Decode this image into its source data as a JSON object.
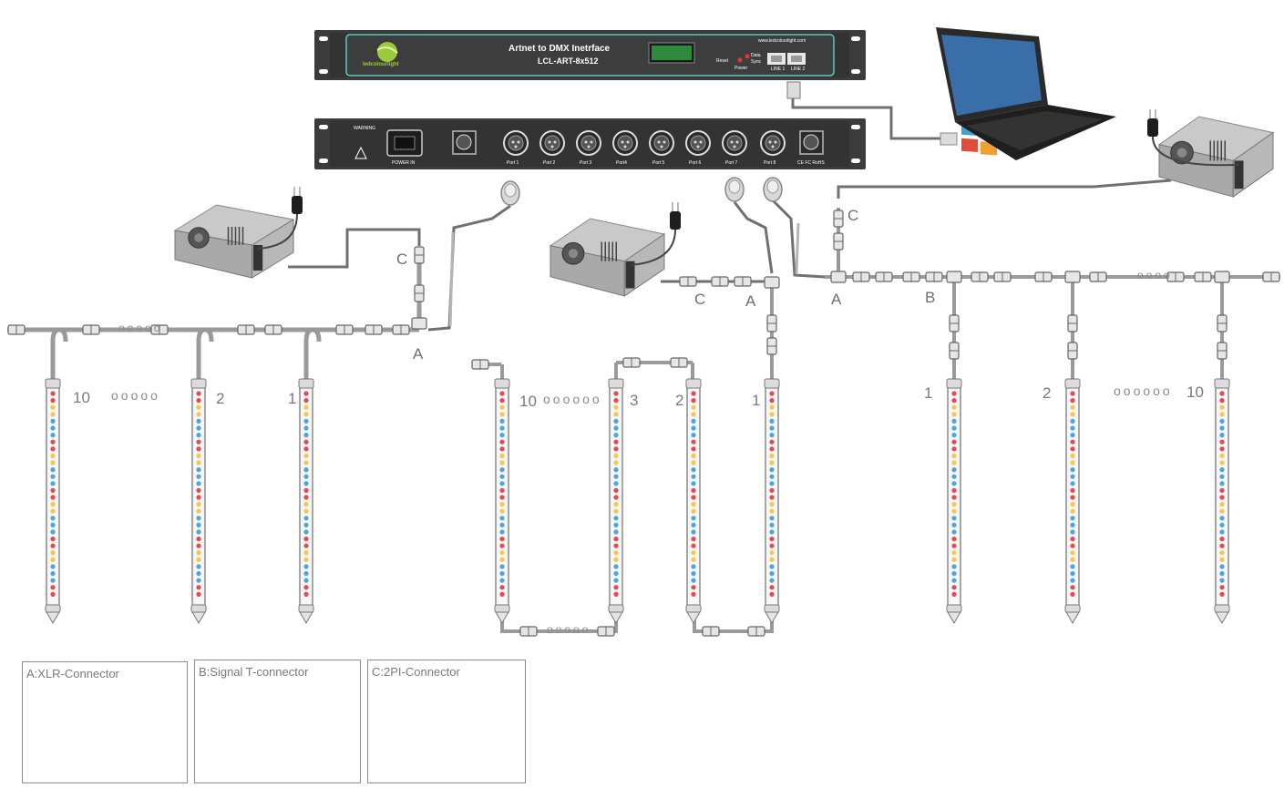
{
  "device": {
    "title": "Artnet to DMX Inetrface",
    "model": "LCL-ART-8x512",
    "brand": "ledcolourlight",
    "url": "www.ledcolourlight.com",
    "reset": "Reset",
    "power": "Power",
    "data": "Data",
    "sync": "Sync",
    "line1": "LINE 1",
    "line2": "LINE 2",
    "warning": "WARNING",
    "power_in": "POWER IN",
    "ports": [
      "Port 1",
      "Port 2",
      "Port 3",
      "Port4",
      "Port 5",
      "Port 6",
      "Port 7",
      "Port 8"
    ],
    "cert": "CE FC RoHS"
  },
  "labels": {
    "C1": "C",
    "A1": "A",
    "C2": "C",
    "A2": "A",
    "A3": "A",
    "C3": "C",
    "B": "B"
  },
  "groups": {
    "left": {
      "numbers": [
        "10",
        "2",
        "1"
      ],
      "dots": "ooooo"
    },
    "middle": {
      "numbers": [
        "10",
        "3",
        "2",
        "1"
      ],
      "dots": "oooooo"
    },
    "right": {
      "numbers": [
        "1",
        "2",
        "10"
      ],
      "dots": "oooooo"
    }
  },
  "legend": [
    {
      "title": "A:XLR-Connector"
    },
    {
      "title": "B:Signal T-connector"
    },
    {
      "title": "C:2PI-Connector"
    }
  ],
  "colors": {
    "rack": "#3a3a3a",
    "panel_border": "#5ec8c8",
    "cable": "#6e6e6e",
    "led_red": "#e8484f",
    "led_yellow": "#f4c84a",
    "led_blue": "#4aa6e0"
  }
}
